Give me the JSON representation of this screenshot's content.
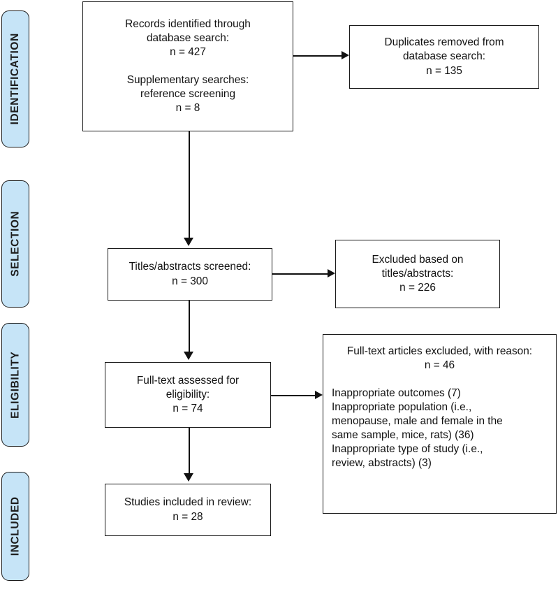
{
  "diagram": {
    "title": "PRISMA study selection flow diagram",
    "type": "flowchart",
    "accent_color": "#c6e4f7",
    "line_color": "#111111",
    "box_border_color": "#1a1a1a",
    "background": "#ffffff"
  },
  "phases": [
    {
      "id": "identification",
      "label": "IDENTIFICATION"
    },
    {
      "id": "selection",
      "label": "SELECTION"
    },
    {
      "id": "eligibility",
      "label": "ELIGIBILITY"
    },
    {
      "id": "included",
      "label": "INCLUDED"
    }
  ],
  "boxes": {
    "records_identified": {
      "lines": [
        "Records identified through",
        "database search:",
        "n = 427",
        "",
        "Supplementary searches:",
        "reference screening",
        "n = 8"
      ]
    },
    "duplicates_removed": {
      "lines": [
        "Duplicates removed from",
        "database search:",
        "n = 135"
      ]
    },
    "titles_screened": {
      "lines": [
        "Titles/abstracts screened:",
        "n = 300"
      ]
    },
    "excluded_titles": {
      "lines": [
        "Excluded based on",
        "titles/abstracts:",
        "n = 226"
      ]
    },
    "fulltext_assessed": {
      "lines": [
        "Full-text assessed for",
        "eligibility:",
        "n = 74"
      ]
    },
    "fulltext_excluded": {
      "heading_lines": [
        "Full-text articles excluded, with reason:",
        "n = 46"
      ],
      "reason_lines": [
        "Inappropriate outcomes (7)",
        "Inappropriate population (i.e.,",
        "menopause, male and female in the",
        "same sample, mice, rats) (36)",
        "Inappropriate type of study (i.e.,",
        "review, abstracts) (3)"
      ]
    },
    "studies_included": {
      "lines": [
        "Studies included in review:",
        "n = 28"
      ]
    }
  },
  "connectors": [
    {
      "id": "records-to-duplicates",
      "kind": "horizontal-arrow"
    },
    {
      "id": "records-to-titles",
      "kind": "vertical-arrow"
    },
    {
      "id": "titles-to-excluded",
      "kind": "horizontal-arrow"
    },
    {
      "id": "titles-to-fulltext",
      "kind": "vertical-arrow"
    },
    {
      "id": "fulltext-to-excluded-reasons",
      "kind": "horizontal-arrow"
    },
    {
      "id": "fulltext-to-included",
      "kind": "vertical-arrow"
    }
  ]
}
